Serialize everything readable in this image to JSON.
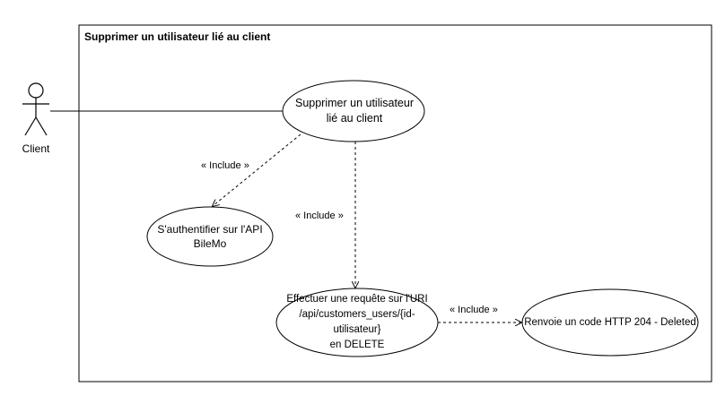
{
  "system": {
    "title": "Supprimer un utilisateur lié au client"
  },
  "actor": {
    "name": "Client"
  },
  "use_cases": {
    "main": "Supprimer un utilisateur\nlié au client",
    "auth": "S'authentifier sur l'API\nBileMo",
    "request": "Effectuer une requête sur l'URI\n/api/customers_users/{id-utilisateur}\nen DELETE",
    "response": "Renvoie un code HTTP 204 - Deleted"
  },
  "relations": {
    "include_auth": "« Include »",
    "include_request": "« Include »",
    "include_response": "« Include »"
  }
}
